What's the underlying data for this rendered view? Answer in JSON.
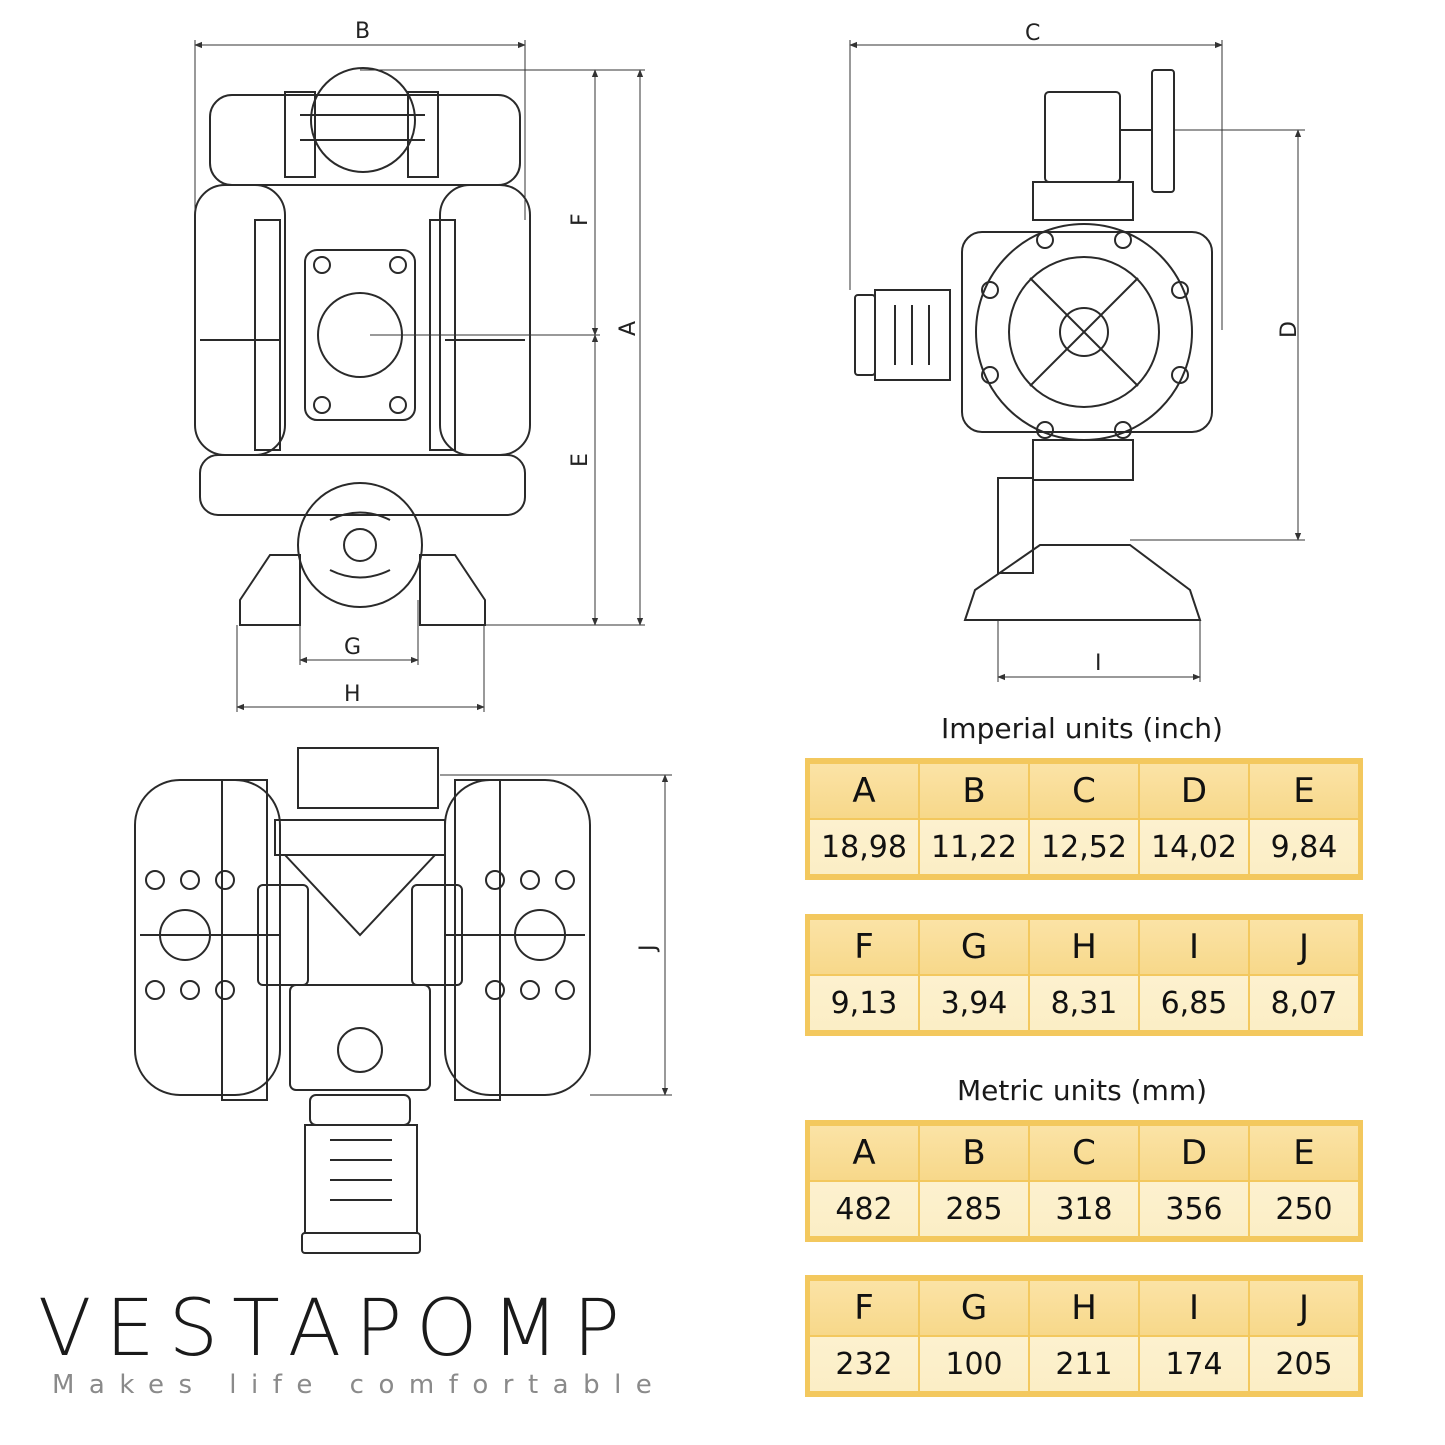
{
  "drawing_labels": {
    "front": {
      "top_width": "B",
      "overall_height": "A",
      "upper_height": "F",
      "lower_height": "E",
      "inlet_width": "G",
      "base_width": "H"
    },
    "side": {
      "overall_width": "C",
      "port_height": "D",
      "base_width": "I"
    },
    "bottom": {
      "depth": "J"
    }
  },
  "tables": {
    "imperial": {
      "title": "Imperial units (inch)",
      "group1": {
        "headers": [
          "A",
          "B",
          "C",
          "D",
          "E"
        ],
        "values": [
          "18,98",
          "11,22",
          "12,52",
          "14,02",
          "9,84"
        ]
      },
      "group2": {
        "headers": [
          "F",
          "G",
          "H",
          "I",
          "J"
        ],
        "values": [
          "9,13",
          "3,94",
          "8,31",
          "6,85",
          "8,07"
        ]
      }
    },
    "metric": {
      "title": "Metric units (mm)",
      "group1": {
        "headers": [
          "A",
          "B",
          "C",
          "D",
          "E"
        ],
        "values": [
          "482",
          "285",
          "318",
          "356",
          "250"
        ]
      },
      "group2": {
        "headers": [
          "F",
          "G",
          "H",
          "I",
          "J"
        ],
        "values": [
          "232",
          "100",
          "211",
          "174",
          "205"
        ]
      }
    }
  },
  "brand": {
    "name": "VESTAPOMP",
    "tagline": "Makes life comfortable"
  },
  "colors": {
    "table_border": "#f3c85e",
    "table_header": "#f8dc95",
    "table_value": "#fcefc9"
  }
}
